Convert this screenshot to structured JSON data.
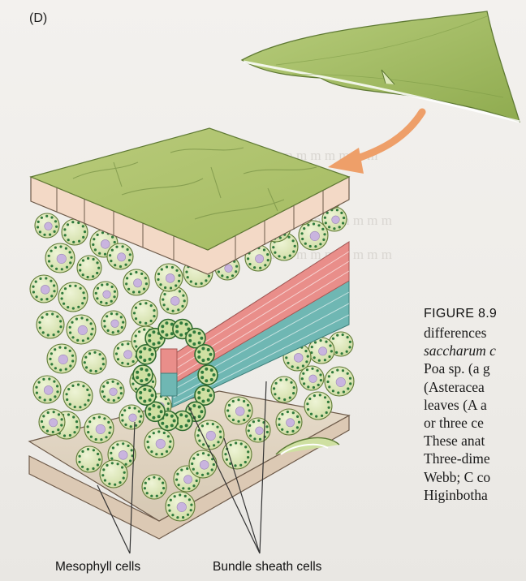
{
  "figure": {
    "panel_label": "(D)",
    "labels": {
      "mesophyll": "Mesophyll cells",
      "bundle_sheath": "Bundle sheath cells"
    },
    "colors": {
      "leaf_green": "#a9c06a",
      "epidermis": "#f3d9c6",
      "mesophyll_cell": "#dfe9bd",
      "chloroplast": "#2f7a3c",
      "nucleus": "#c9b4df",
      "xylem": "#e98e8a",
      "phloem": "#6fb7b3",
      "arrow": "#ee9f69"
    }
  },
  "caption": {
    "title": "FIGURE 8.9",
    "lines": [
      {
        "text": "differences",
        "italic": false
      },
      {
        "text": "saccharum c",
        "italic": true
      },
      {
        "text": "Poa sp. (a g",
        "italic": false
      },
      {
        "text": "(Asteracea",
        "italic": false
      },
      {
        "text": "leaves (A a",
        "italic": false
      },
      {
        "text": "or three ce",
        "italic": false
      },
      {
        "text": "These anat",
        "italic": false
      },
      {
        "text": "Three-dime",
        "italic": false
      },
      {
        "text": "Webb; C co",
        "italic": false
      },
      {
        "text": "Higinbotha",
        "italic": false
      }
    ]
  }
}
